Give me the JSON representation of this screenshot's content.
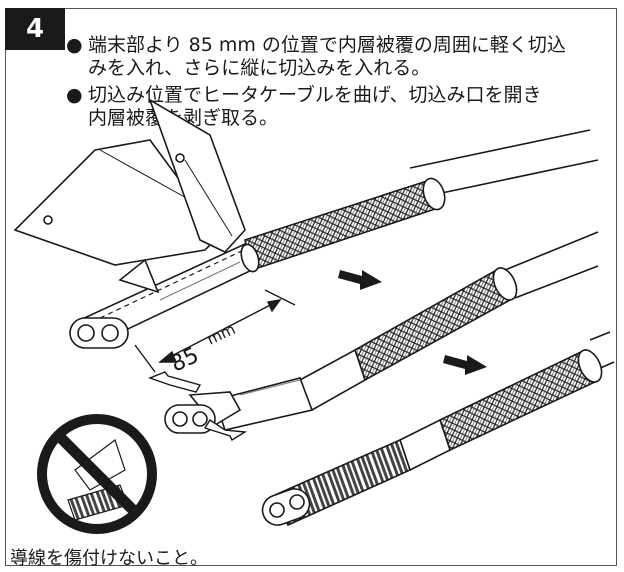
{
  "step": {
    "number": "4"
  },
  "instructions": [
    {
      "bullet": "●",
      "lines": [
        "端末部より 85 mm の位置で内層被覆の周囲に軽く切込",
        "みを入れ、さらに縦に切込みを入れる。"
      ]
    },
    {
      "bullet": "●",
      "lines": [
        "切込み位置でヒータケーブルを曲げ、切込み口を開き",
        "内層被覆を剥ぎ取る。"
      ]
    }
  ],
  "illustration": {
    "dimension_value": "85",
    "dimension_unit": "mm"
  },
  "warning": {
    "icon": "prohibited-icon",
    "text": "導線を傷付けないこと。"
  },
  "colors": {
    "ink": "#1a1a1a",
    "badge": "#1a1a1a",
    "frame": "#555555"
  }
}
